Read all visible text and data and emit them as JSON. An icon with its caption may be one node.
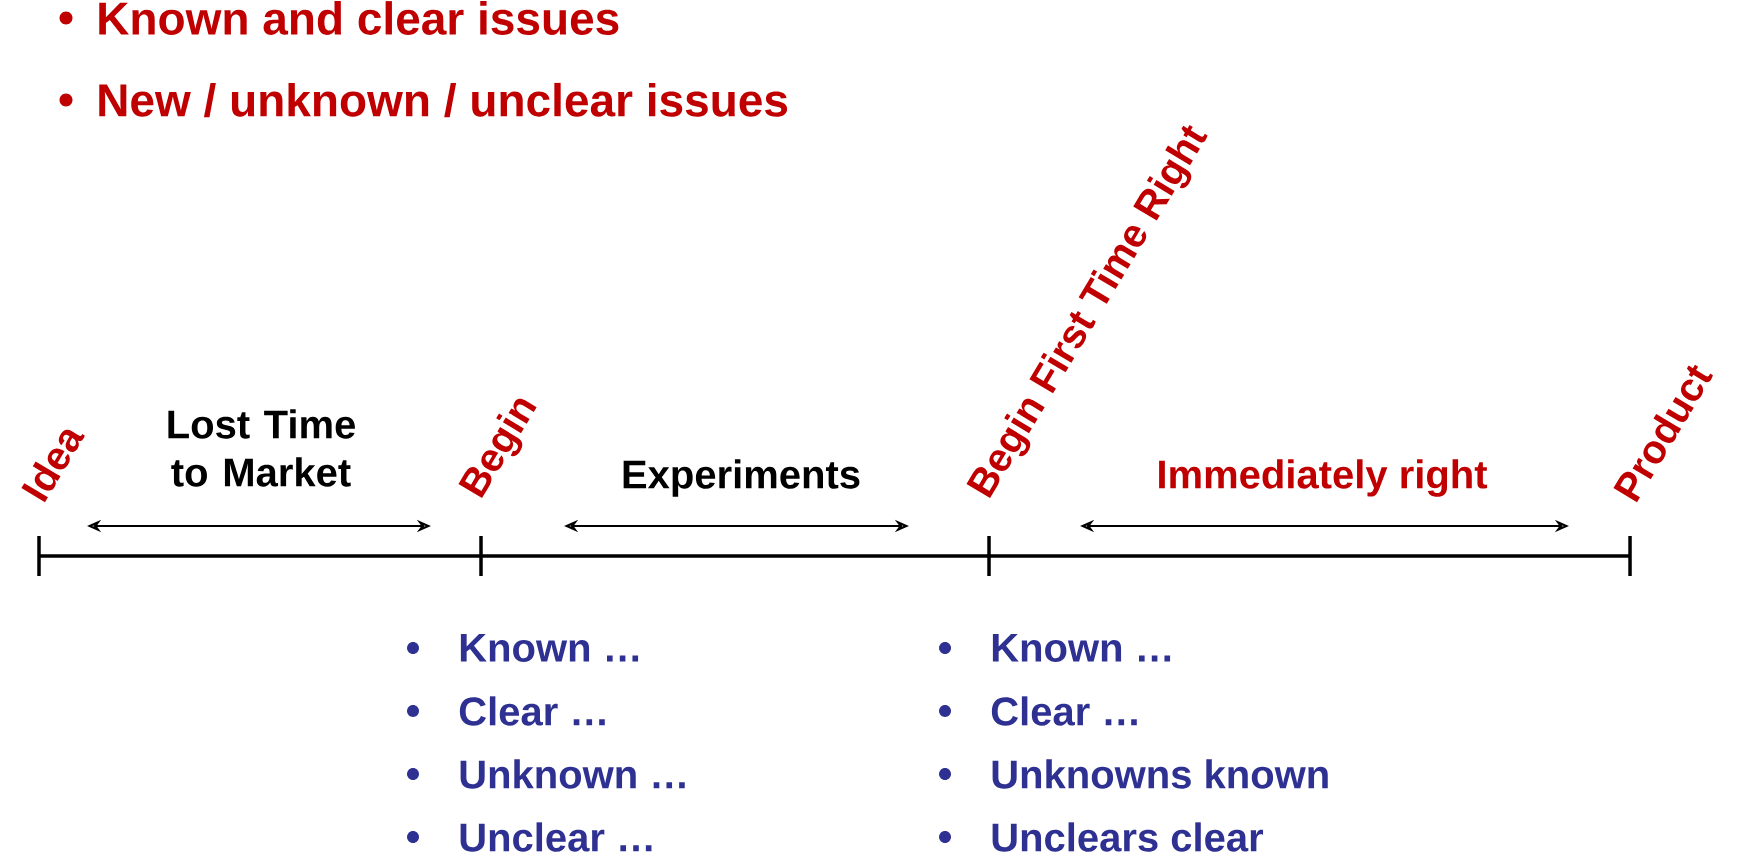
{
  "diagram": {
    "labels": [
      "Known and clear issues",
      "New / unknown / unclear issues",
      "Idea",
      "Lost Time to Market",
      "Begin",
      "Experiments",
      "Begin First Time Right",
      "Immediately right",
      "Product",
      "Known …",
      "Clear …",
      "Unknown …",
      "Unclear …",
      "Known …",
      "Clear …",
      "Unknowns known",
      "Unclears clear"
    ]
  }
}
